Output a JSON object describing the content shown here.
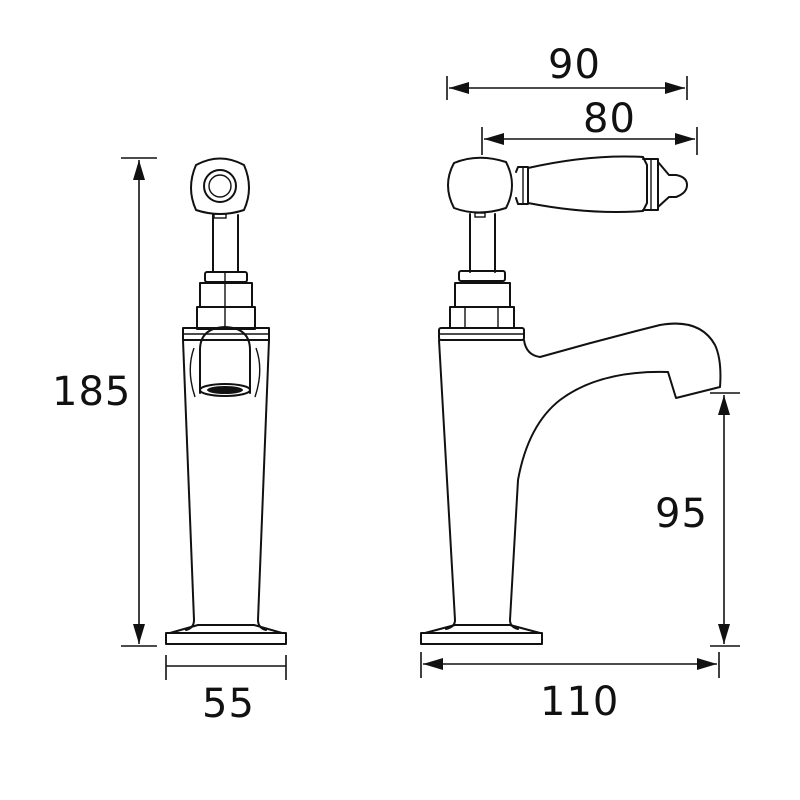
{
  "diagram": {
    "type": "technical-dimension-drawing",
    "subject": "basin pillar tap (front and side elevations)",
    "units": "mm",
    "colors": {
      "line": "#111111",
      "background": "#ffffff"
    },
    "views": [
      {
        "name": "front-view",
        "dimensions": {
          "height": "185",
          "base_width": "55"
        }
      },
      {
        "name": "side-view",
        "dimensions": {
          "overall_width": "90",
          "handle_length": "80",
          "spout_height": "95",
          "projection": "110"
        }
      }
    ]
  },
  "labels": {
    "height_total": "185",
    "base_width": "55",
    "handle_span": "90",
    "handle_length": "80",
    "spout_clearance": "95",
    "spout_projection": "110"
  }
}
